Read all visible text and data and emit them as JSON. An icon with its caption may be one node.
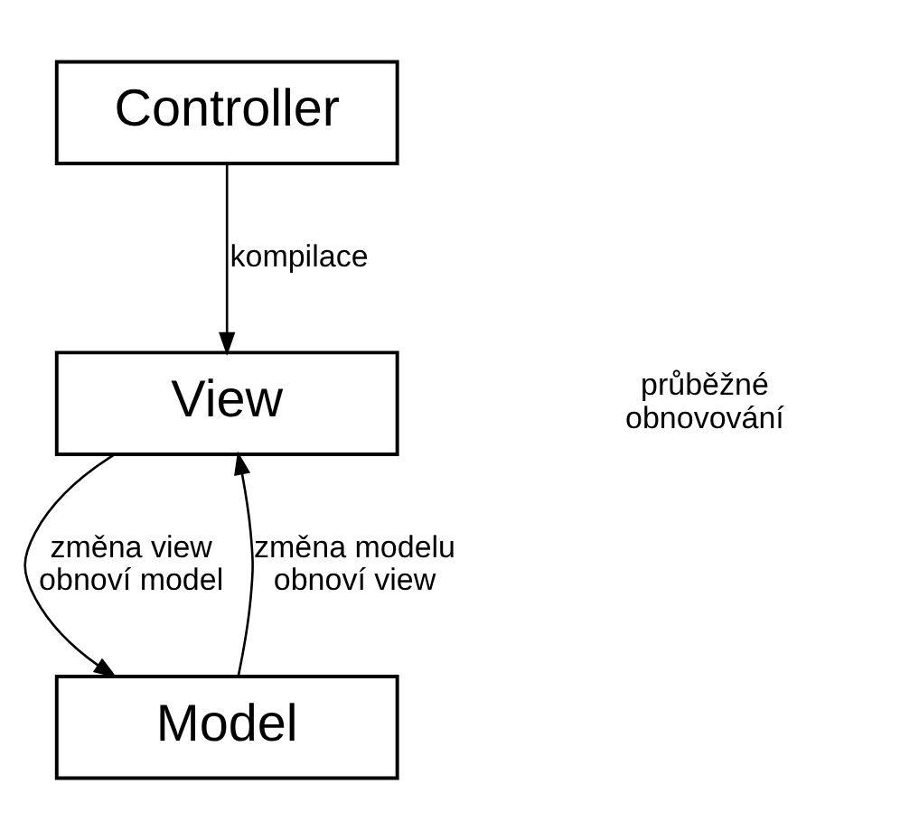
{
  "diagram": {
    "nodes": [
      {
        "text": [
          "Controller"
        ]
      },
      {
        "text": [
          "View"
        ]
      },
      {
        "text": [
          "Model"
        ]
      }
    ],
    "edges": [
      {
        "from": 0,
        "to": 1,
        "arrow": "to",
        "label": "kompilace"
      },
      {
        "from": 1,
        "to": 2,
        "arrow": "to",
        "label": "změna view obnoví model"
      },
      {
        "from": 2,
        "to": 1,
        "arrow": "to",
        "label": "změna modelu obnoví view"
      }
    ],
    "labels": [
      "průběžné obnovování"
    ]
  }
}
